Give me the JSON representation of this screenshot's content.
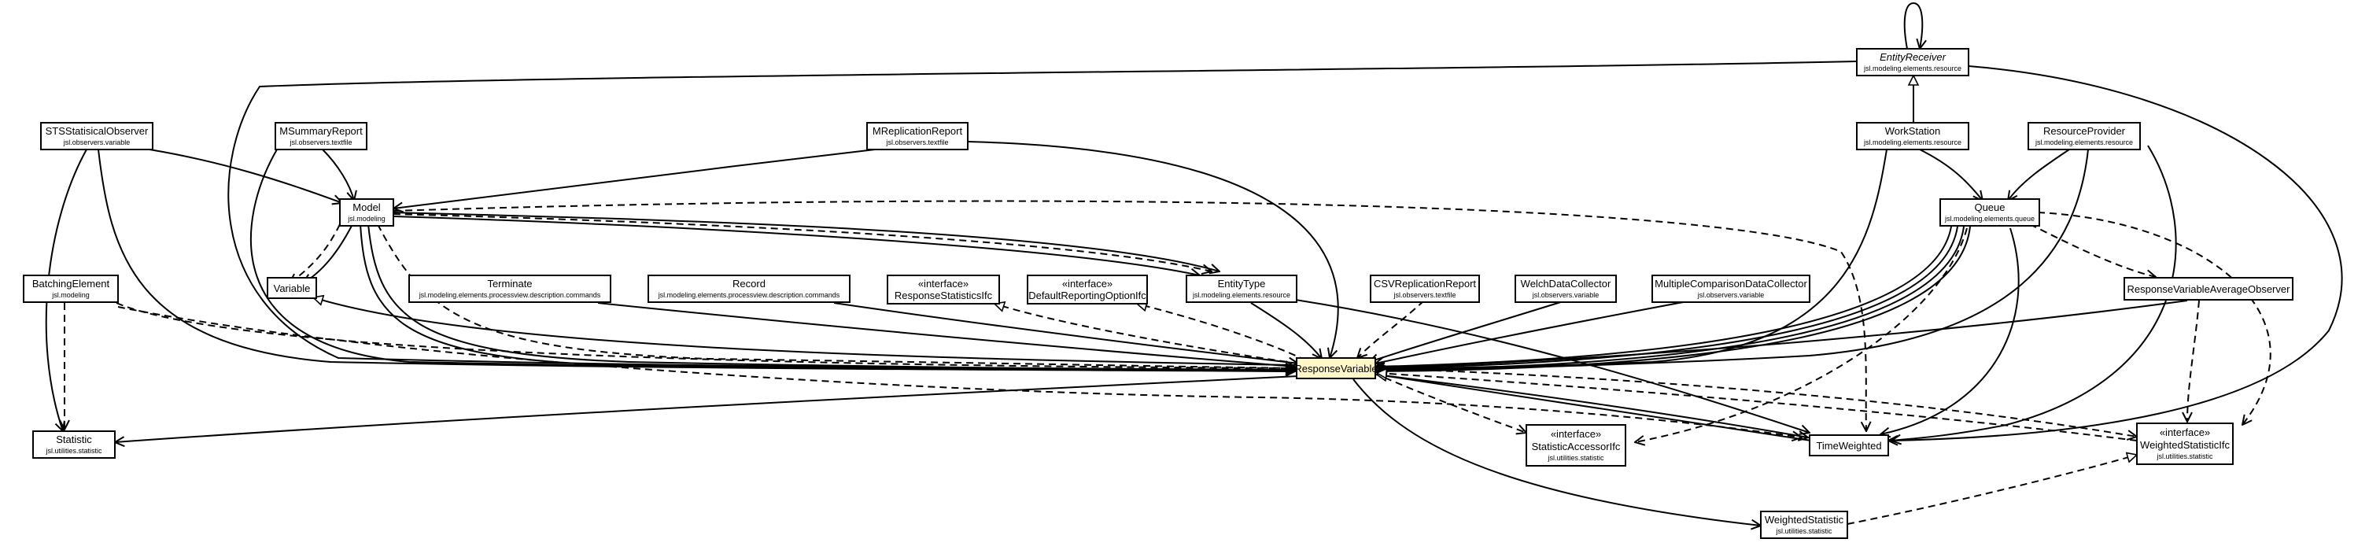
{
  "classes": {
    "entity_receiver": {
      "name": "EntityReceiver",
      "pkg": "jsl.modeling.elements.resource"
    },
    "sts_observer": {
      "name": "STSStatisicalObserver",
      "pkg": "jsl.observers.variable"
    },
    "msummary_report": {
      "name": "MSummaryReport",
      "pkg": "jsl.observers.textfile"
    },
    "mreplication_report": {
      "name": "MReplicationReport",
      "pkg": "jsl.observers.textfile"
    },
    "work_station": {
      "name": "WorkStation",
      "pkg": "jsl.modeling.elements.resource"
    },
    "resource_provider": {
      "name": "ResourceProvider",
      "pkg": "jsl.modeling.elements.resource"
    },
    "model": {
      "name": "Model",
      "pkg": "jsl.modeling"
    },
    "queue": {
      "name": "Queue",
      "pkg": "jsl.modeling.elements.queue"
    },
    "batching_element": {
      "name": "BatchingElement",
      "pkg": "jsl.modeling"
    },
    "variable": {
      "name": "Variable"
    },
    "terminate": {
      "name": "Terminate",
      "pkg": "jsl.modeling.elements.processview.description.commands"
    },
    "record": {
      "name": "Record",
      "pkg": "jsl.modeling.elements.processview.description.commands"
    },
    "response_statistics_ifc": {
      "stereotype": "«interface»",
      "name": "ResponseStatisticsIfc"
    },
    "default_reporting_option_ifc": {
      "stereotype": "«interface»",
      "name": "DefaultReportingOptionIfc"
    },
    "entity_type": {
      "name": "EntityType",
      "pkg": "jsl.modeling.elements.resource"
    },
    "csv_replication_report": {
      "name": "CSVReplicationReport",
      "pkg": "jsl.observers.textfile"
    },
    "welch_data_collector": {
      "name": "WelchDataCollector",
      "pkg": "jsl.observers.variable"
    },
    "multiple_comparison_data_collector": {
      "name": "MultipleComparisonDataCollector",
      "pkg": "jsl.observers.variable"
    },
    "response_variable_average_observer": {
      "name": "ResponseVariableAverageObserver"
    },
    "response_variable": {
      "name": "ResponseVariable"
    },
    "statistic": {
      "name": "Statistic",
      "pkg": "jsl.utilities.statistic"
    },
    "statistic_accessor_ifc": {
      "stereotype": "«interface»",
      "name": "StatisticAccessorIfc",
      "pkg": "jsl.utilities.statistic"
    },
    "time_weighted": {
      "name": "TimeWeighted"
    },
    "weighted_statistic_ifc": {
      "stereotype": "«interface»",
      "name": "WeightedStatisticIfc",
      "pkg": "jsl.utilities.statistic"
    },
    "weighted_statistic": {
      "name": "WeightedStatistic",
      "pkg": "jsl.utilities.statistic"
    }
  },
  "colors": {
    "focus_fill": "#fff7c8",
    "line": "#000000",
    "background": "#ffffff"
  }
}
